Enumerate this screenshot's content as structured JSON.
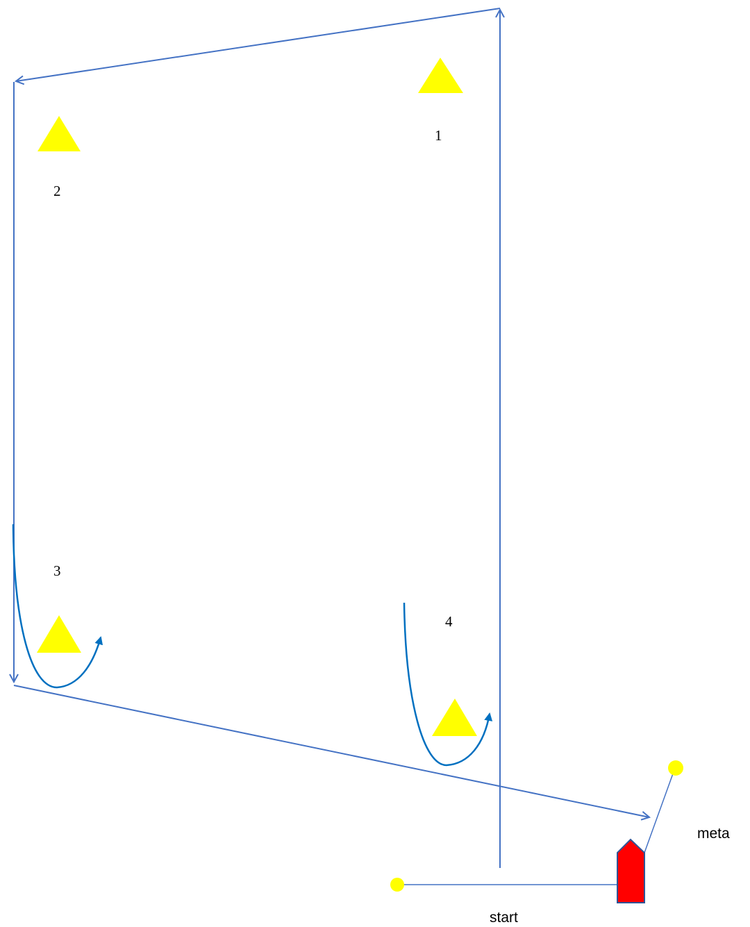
{
  "marks": {
    "m1": "1",
    "m2": "2",
    "m3": "3",
    "m4": "4"
  },
  "labels": {
    "meta": "meta",
    "start": "start"
  },
  "icons": {
    "course_mark": "yellow-triangle-buoy",
    "line_buoy": "yellow-dot-buoy",
    "committee_boat": "red-boat"
  },
  "colors": {
    "course_line": "#4472C4",
    "turn_arrow": "#0070C0",
    "buoy": "#FFFF00",
    "boat_fill": "#FF0000",
    "boat_stroke": "#2F5597"
  }
}
